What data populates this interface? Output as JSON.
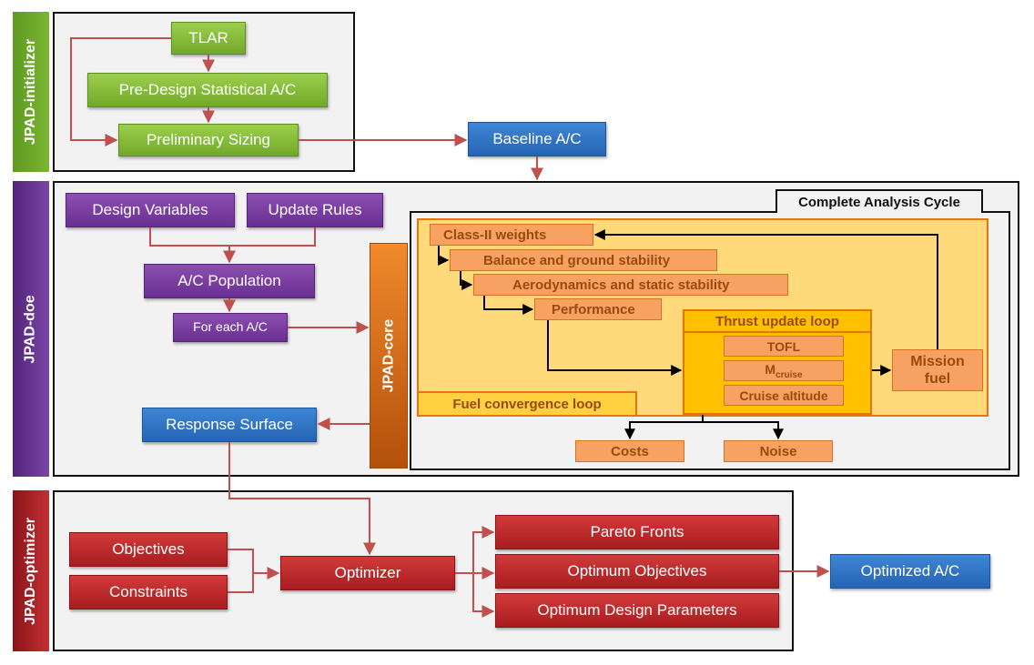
{
  "sections": {
    "initializer": "JPAD-initializer",
    "doe": "JPAD-doe",
    "optimizer": "JPAD-optimizer",
    "core": "JPAD-core"
  },
  "initializer": {
    "tlar": "TLAR",
    "predesign": "Pre-Design Statistical A/C",
    "sizing": "Preliminary Sizing"
  },
  "baseline": "Baseline A/C",
  "doe": {
    "design_variables": "Design Variables",
    "update_rules": "Update Rules",
    "population": "A/C Population",
    "for_each": "For each A/C",
    "response_surface": "Response Surface"
  },
  "cycle": {
    "title": "Complete Analysis Cycle",
    "class2": "Class-II weights",
    "balance": "Balance and ground stability",
    "aero": "Aerodynamics and static stability",
    "performance": "Performance",
    "thrust_loop": "Thrust update loop",
    "tofl": "TOFL",
    "mcruise_main": "M",
    "mcruise_sub": "cruise",
    "cruise_alt": "Cruise altitude",
    "mission_fuel_1": "Mission",
    "mission_fuel_2": "fuel",
    "fuel_loop": "Fuel convergence loop",
    "costs": "Costs",
    "noise": "Noise"
  },
  "optimizer": {
    "objectives": "Objectives",
    "constraints": "Constraints",
    "optimizer": "Optimizer",
    "pareto": "Pareto Fronts",
    "opt_objectives": "Optimum Objectives",
    "opt_params": "Optimum Design Parameters",
    "optimized": "Optimized A/C"
  },
  "colors": {
    "green": "#72a82a",
    "purple": "#6a2f92",
    "blue": "#2564b4",
    "red": "#a81c1f",
    "orange": "#e8720c",
    "arrow": "#c0504d"
  }
}
